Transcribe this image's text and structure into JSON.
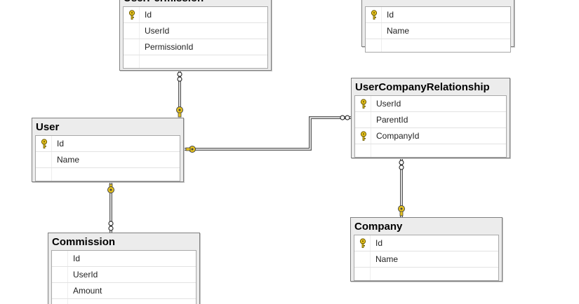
{
  "diagram": {
    "tables": [
      {
        "id": "UserPermission",
        "title": "UserPermission",
        "columns": [
          {
            "name": "Id",
            "pk": true
          },
          {
            "name": "UserId",
            "pk": false
          },
          {
            "name": "PermissionId",
            "pk": false
          }
        ]
      },
      {
        "id": "Permission",
        "title": "",
        "columns": [
          {
            "name": "Id",
            "pk": true
          },
          {
            "name": "Name",
            "pk": false
          }
        ]
      },
      {
        "id": "UserCompanyRelationship",
        "title": "UserCompanyRelationship",
        "columns": [
          {
            "name": "UserId",
            "pk": true
          },
          {
            "name": "ParentId",
            "pk": false
          },
          {
            "name": "CompanyId",
            "pk": true
          }
        ]
      },
      {
        "id": "User",
        "title": "User",
        "columns": [
          {
            "name": "Id",
            "pk": true
          },
          {
            "name": "Name",
            "pk": false
          }
        ]
      },
      {
        "id": "Commission",
        "title": "Commission",
        "columns": [
          {
            "name": "Id",
            "pk": false
          },
          {
            "name": "UserId",
            "pk": false
          },
          {
            "name": "Amount",
            "pk": false
          }
        ]
      },
      {
        "id": "Company",
        "title": "Company",
        "columns": [
          {
            "name": "Id",
            "pk": true
          },
          {
            "name": "Name",
            "pk": false
          }
        ]
      }
    ],
    "relationships": [
      {
        "from": "User",
        "to": "UserPermission"
      },
      {
        "from": "User",
        "to": "UserCompanyRelationship"
      },
      {
        "from": "User",
        "to": "Commission"
      },
      {
        "from": "Company",
        "to": "UserCompanyRelationship"
      }
    ],
    "colors": {
      "key": "#e6c21e",
      "line": "#555555",
      "header": "#ececec"
    }
  }
}
